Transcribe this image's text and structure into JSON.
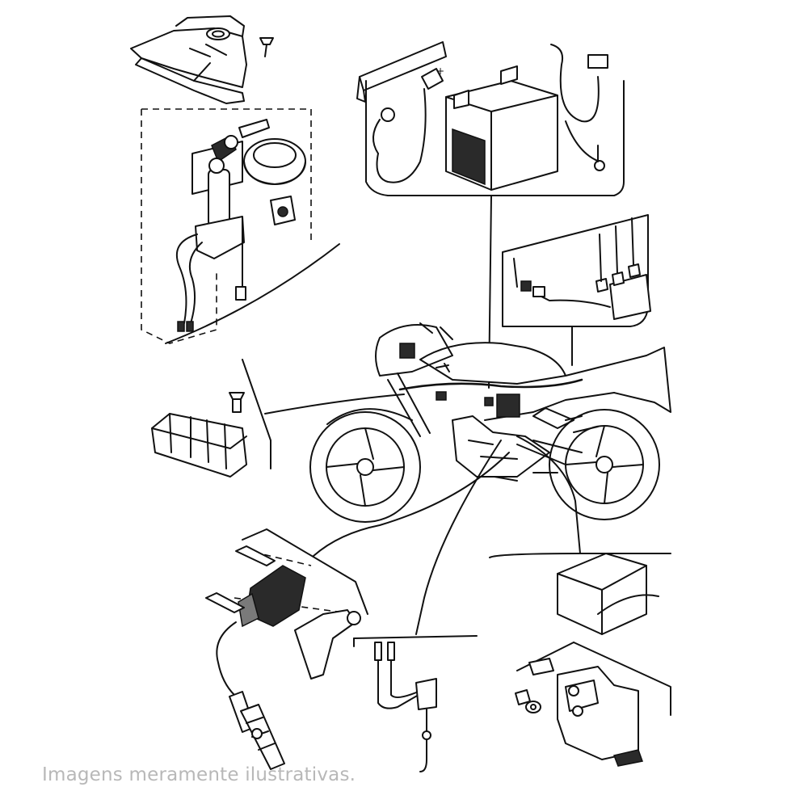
{
  "caption": "Imagens meramente ilustrativas.",
  "battery": {
    "plus_sign": "+"
  },
  "colors": {
    "line": "#111111",
    "caption": "#b8b8b8",
    "background": "#ffffff"
  },
  "parts": [
    "seat-cowl-bracket",
    "ignition-switch",
    "fuel-cap",
    "battery",
    "battery-cables",
    "fuse-box",
    "rectifier-regulator",
    "ignition-coil",
    "spark-plug-cap",
    "brake-light-switch",
    "starter-relay",
    "motorcycle"
  ]
}
